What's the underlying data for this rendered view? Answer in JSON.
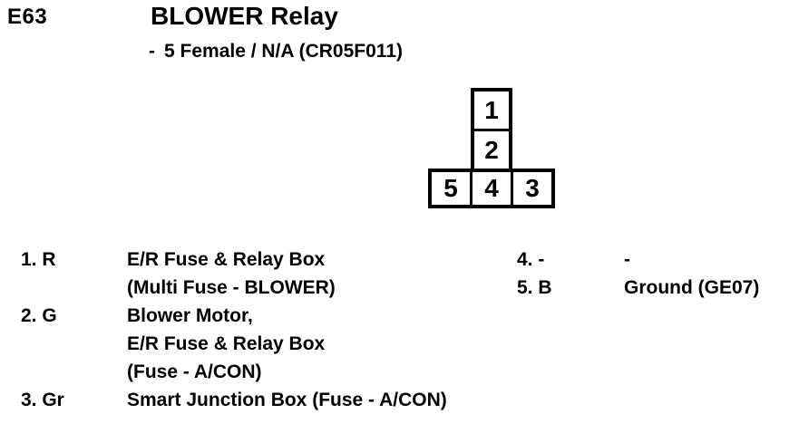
{
  "header": {
    "connector_id": "E63",
    "title": "BLOWER Relay",
    "subtitle_dash": "-",
    "subtitle_text": "5 Female / N/A (CR05F011)"
  },
  "diagram": {
    "column_pins": [
      "1",
      "2"
    ],
    "row_pins": [
      "5",
      "4",
      "3"
    ]
  },
  "pin_list": {
    "left": [
      {
        "label": "1. R",
        "lines": [
          "E/R Fuse & Relay Box",
          "(Multi Fuse - BLOWER)"
        ]
      },
      {
        "label": "2. G",
        "lines": [
          "Blower Motor,",
          "E/R Fuse & Relay Box",
          "(Fuse - A/CON)"
        ]
      },
      {
        "label": "3. Gr",
        "lines": [
          "Smart Junction Box (Fuse - A/CON)"
        ]
      }
    ],
    "right": [
      {
        "label": "4. -",
        "lines": [
          "-"
        ]
      },
      {
        "label": "5. B",
        "lines": [
          "Ground (GE07)"
        ]
      }
    ]
  },
  "colors": {
    "text": "#000000",
    "background": "#ffffff",
    "border": "#000000"
  }
}
